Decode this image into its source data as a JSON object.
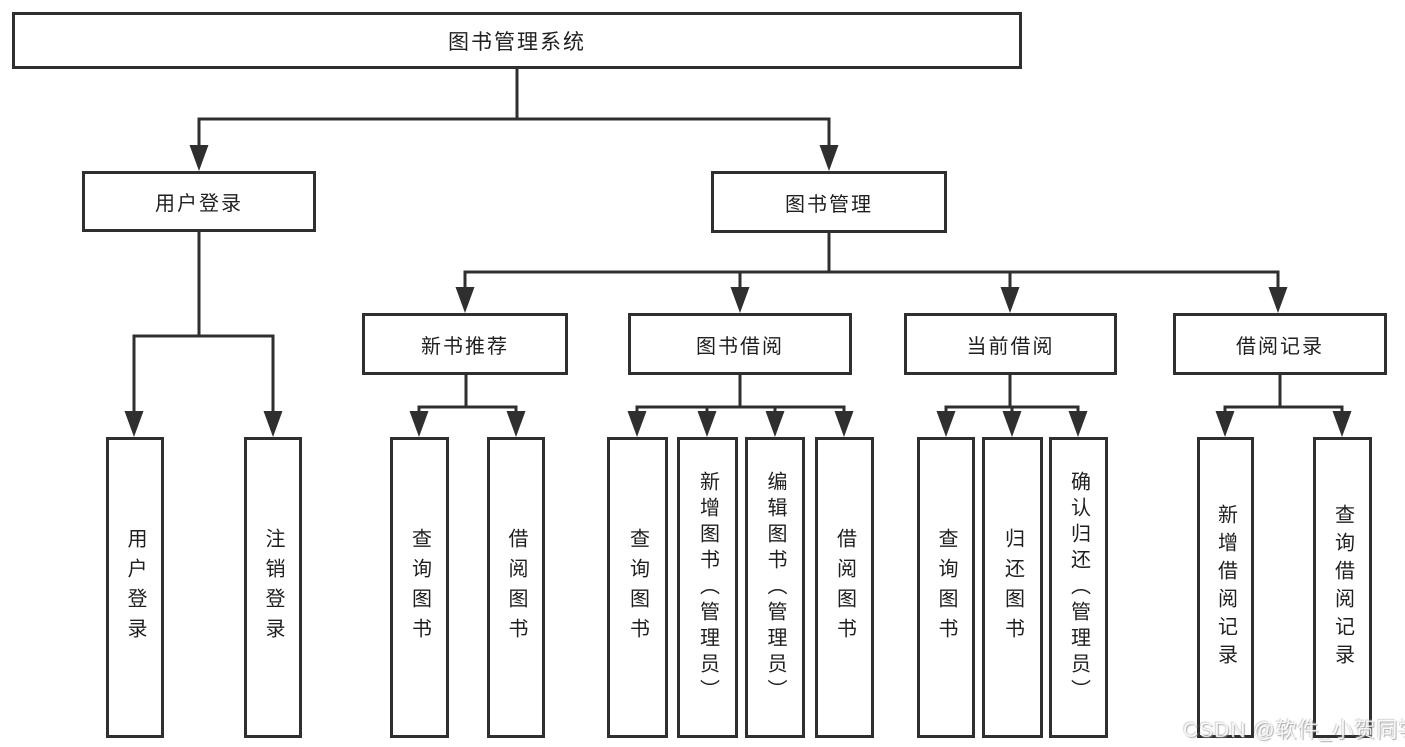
{
  "diagram": {
    "root": {
      "label": "图书管理系统"
    },
    "branches": [
      {
        "label": "用户登录",
        "children": [
          {
            "label": "用户登录"
          },
          {
            "label": "注销登录"
          }
        ]
      },
      {
        "label": "图书管理",
        "children": [
          {
            "label": "新书推荐",
            "children": [
              {
                "label": "查询图书"
              },
              {
                "label": "借阅图书"
              }
            ]
          },
          {
            "label": "图书借阅",
            "children": [
              {
                "label": "查询图书"
              },
              {
                "label": "新增图书（管理员）"
              },
              {
                "label": "编辑图书（管理员）"
              },
              {
                "label": "借阅图书"
              }
            ]
          },
          {
            "label": "当前借阅",
            "children": [
              {
                "label": "查询图书"
              },
              {
                "label": "归还图书"
              },
              {
                "label": "确认归还（管理员）"
              }
            ]
          },
          {
            "label": "借阅记录",
            "children": [
              {
                "label": "新增借阅记录"
              },
              {
                "label": "查询借阅记录"
              }
            ]
          }
        ]
      }
    ]
  },
  "colors": {
    "line": "#2f2f2f",
    "text": "#1f1f1f",
    "watermark_overlay": "rgba(255,255,255,0.85)"
  },
  "watermark": {
    "text": "CSDN @软件_小贺同学"
  }
}
